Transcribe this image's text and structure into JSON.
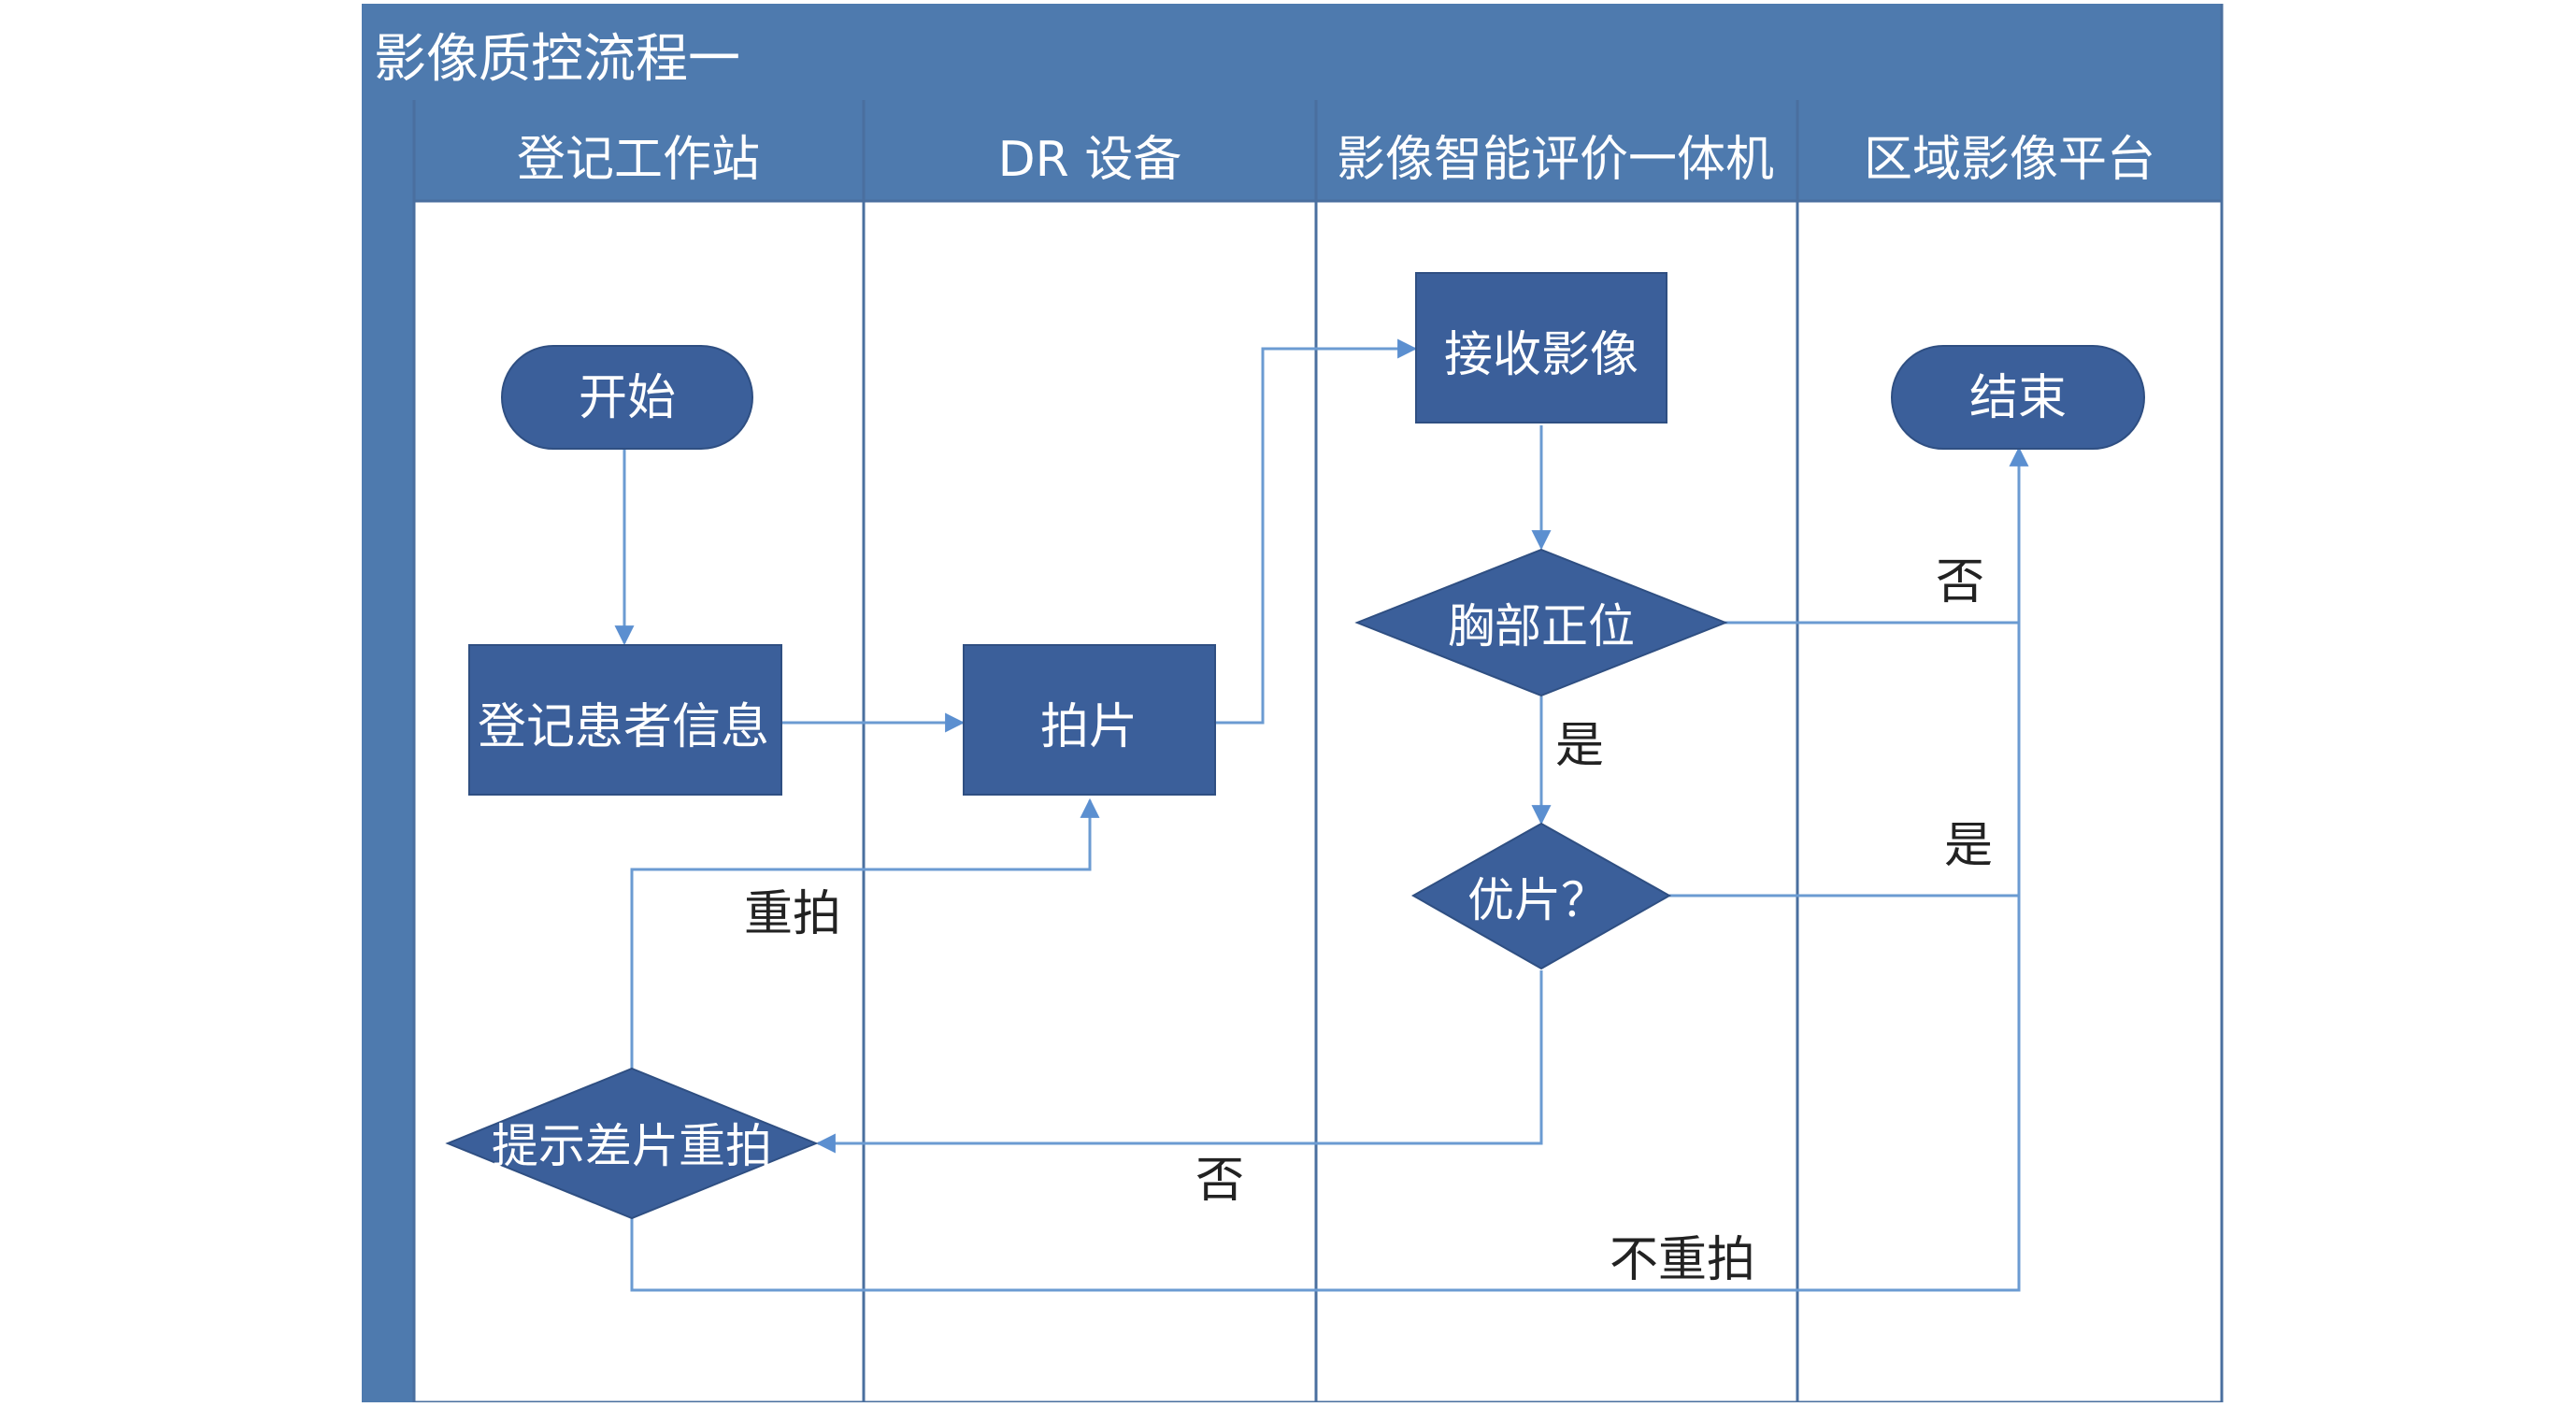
{
  "title": "影像质控流程一",
  "colors": {
    "header_fill": "#4e7aae",
    "header_text": "#ffffff",
    "lane_border": "#4a6f9f",
    "node_fill": "#3b5f9a",
    "node_stroke": "#2f4f82",
    "node_text": "#ffffff",
    "connector": "#6b9bd2",
    "edge_label": "#222222"
  },
  "lanes": [
    {
      "id": "lane-registration",
      "label": "登记工作站"
    },
    {
      "id": "lane-dr",
      "label": "DR 设备"
    },
    {
      "id": "lane-evaluator",
      "label": "影像智能评价一体机"
    },
    {
      "id": "lane-platform",
      "label": "区域影像平台"
    }
  ],
  "nodes": {
    "start": {
      "label": "开始",
      "shape": "terminator"
    },
    "register": {
      "label": "登记患者信息",
      "shape": "process"
    },
    "shoot": {
      "label": "拍片",
      "shape": "process"
    },
    "receive": {
      "label": "接收影像",
      "shape": "process"
    },
    "chest_position": {
      "label": "胸部正位",
      "shape": "decision"
    },
    "good_film": {
      "label": "优片？",
      "shape": "decision"
    },
    "retake_prompt": {
      "label": "提示差片重拍",
      "shape": "decision"
    },
    "end": {
      "label": "结束",
      "shape": "terminator"
    }
  },
  "edge_labels": {
    "chest_no": "否",
    "chest_yes": "是",
    "good_yes": "是",
    "good_no": "否",
    "retake": "重拍",
    "no_retake": "不重拍"
  }
}
